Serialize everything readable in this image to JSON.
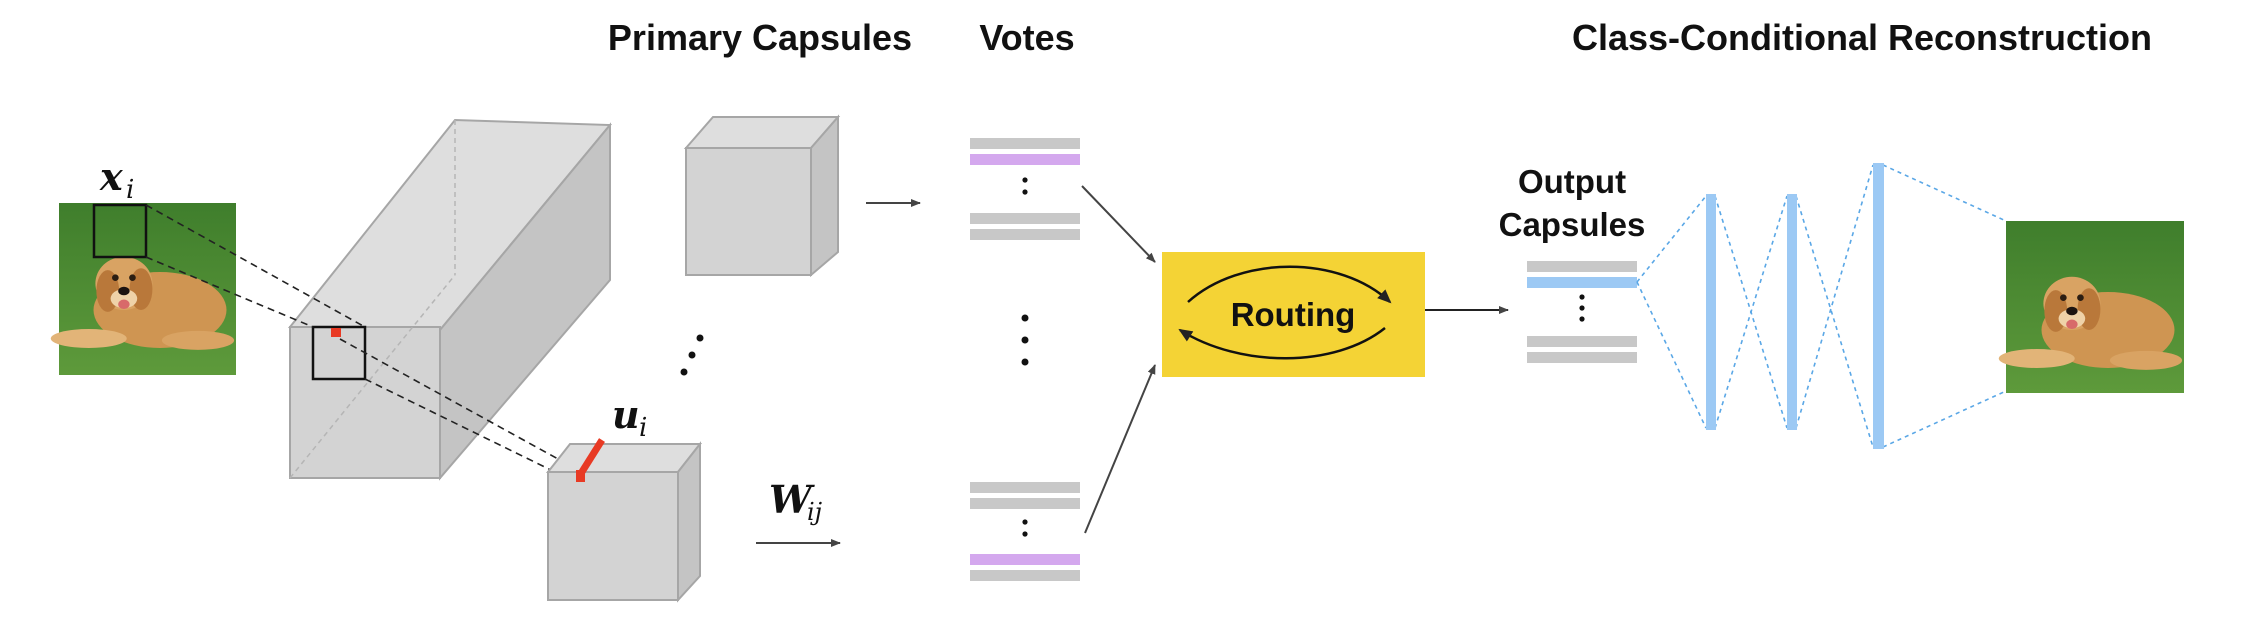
{
  "sections": {
    "primary_capsules": "Primary Capsules",
    "votes": "Votes",
    "reconstruction": "Class-Conditional Reconstruction"
  },
  "labels": {
    "input_symbol": "x",
    "input_subscript": "i",
    "capsule_symbol": "u",
    "capsule_subscript": "i",
    "weight_symbol": "W",
    "weight_subscript": "ij",
    "routing": "Routing",
    "output_capsules_line1": "Output",
    "output_capsules_line2": "Capsules"
  },
  "colors": {
    "cube_fill": "#d3d3d3",
    "cube_top": "#dedede",
    "cube_side": "#c4c4c4",
    "cube_stroke": "#a6a6a6",
    "vote_gray": "#c8c8c8",
    "vote_highlight": "#d4a8ee",
    "routing_box": "#f4d335",
    "capsule_highlight": "#9cc9f4",
    "decoder_bar": "#9cc9f4",
    "decoder_lines": "#5aa7e6",
    "capsule_vector": "#e83a24",
    "grass": "#4f8a32",
    "dog": "#c98b45"
  },
  "icons": {
    "input_image": "dog-photo-icon",
    "reconstructed_image": "dog-photo-icon"
  }
}
